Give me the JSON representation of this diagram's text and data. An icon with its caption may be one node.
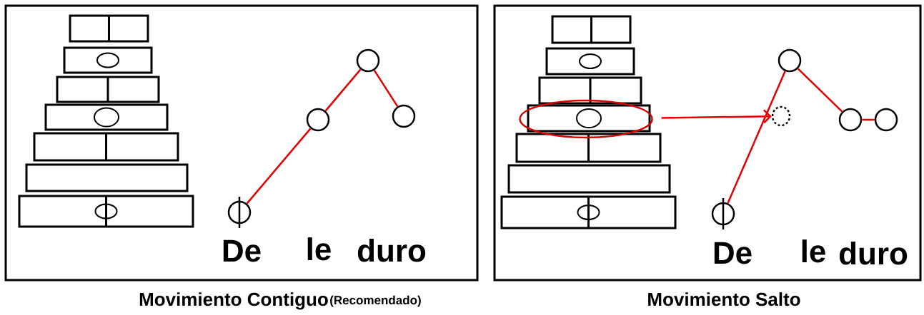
{
  "diagram": {
    "nodes": [
      {
        "text": [
          "Movimiento Contiguo",
          "(Recomendado)"
        ]
      },
      {
        "text": [],
        "shape": "circle",
        "in": 0
      },
      {
        "text": [],
        "shape": "circle",
        "in": 0
      },
      {
        "text": [],
        "shape": "circle",
        "in": 0
      },
      {
        "text": [],
        "shape": "circle",
        "in": 0
      },
      {
        "text": [
          "Movimiento Salto"
        ]
      },
      {
        "text": [],
        "shape": "ellipse",
        "in": 5
      },
      {
        "text": [],
        "shape": "circle",
        "in": 5
      },
      {
        "text": [],
        "shape": "circle",
        "in": 5
      },
      {
        "text": [],
        "shape": "circle",
        "in": 5
      },
      {
        "text": [],
        "shape": "circle",
        "in": 5
      },
      {
        "text": [],
        "shape": "circle",
        "in": 5
      }
    ],
    "edges": [
      {
        "from": 1,
        "to": 2,
        "arrow": "none"
      },
      {
        "from": 2,
        "to": 3,
        "arrow": "none"
      },
      {
        "from": 3,
        "to": 4,
        "arrow": "none"
      },
      {
        "from": 7,
        "to": 9,
        "arrow": "none"
      },
      {
        "from": 9,
        "to": 10,
        "arrow": "none"
      },
      {
        "from": 10,
        "to": 11,
        "arrow": "none"
      },
      {
        "from": 6,
        "to": 8,
        "arrow": "to"
      }
    ],
    "labels": [
      "De",
      "le",
      "duro",
      "De",
      "le",
      "duro"
    ]
  }
}
